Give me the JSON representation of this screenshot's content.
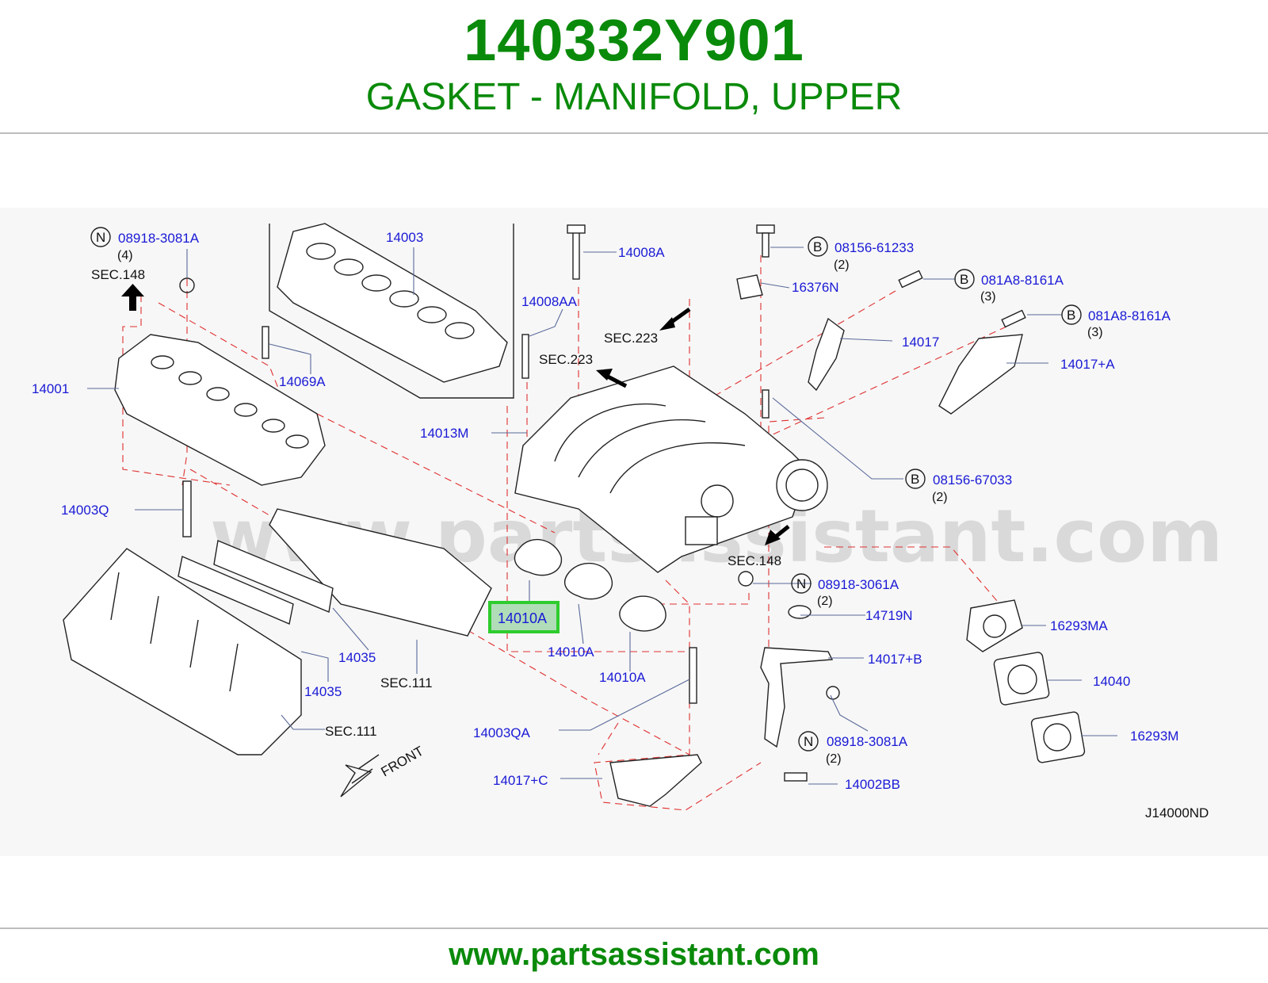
{
  "header": {
    "part_number": "140332Y901",
    "part_description": "GASKET - MANIFOLD, UPPER"
  },
  "diagram": {
    "diagram_code": "J14000ND",
    "watermark": "www.partsassistant.com",
    "front_label": "FRONT",
    "highlighted_part": "14010A",
    "callouts": {
      "c_08918_3081A_top": "08918-3081A",
      "q_4": "(4)",
      "sec148_top": "SEC.148",
      "c_14003": "14003",
      "c_14008A": "14008A",
      "c_08156_61233": "08156-61233",
      "q_61233": "(2)",
      "c_16376N": "16376N",
      "c_081A8_8161A_1": "081A8-8161A",
      "q_8161A_1": "(3)",
      "c_081A8_8161A_2": "081A8-8161A",
      "q_8161A_2": "(3)",
      "c_14008AA": "14008AA",
      "sec223_a": "SEC.223",
      "sec223_b": "SEC.223",
      "c_14017": "14017",
      "c_14017_A": "14017+A",
      "c_14069A": "14069A",
      "c_14001": "14001",
      "c_14013M": "14013M",
      "c_08156_67033": "08156-67033",
      "q_67033": "(2)",
      "c_14003Q": "14003Q",
      "sec148_right": "SEC.148",
      "c_08918_3061A": "08918-3061A",
      "q_3061A": "(2)",
      "c_14719N": "14719N",
      "c_16293MA": "16293MA",
      "c_14010A_2": "14010A",
      "c_14035_a": "14035",
      "c_14017_B": "14017+B",
      "c_14010A_3": "14010A",
      "sec111_a": "SEC.111",
      "c_14040": "14040",
      "c_14035_b": "14035",
      "sec111_b": "SEC.111",
      "c_14003QA": "14003QA",
      "c_08918_3081A_bot": "08918-3081A",
      "q_3081A_bot": "(2)",
      "c_16293M": "16293M",
      "c_14017_C": "14017+C",
      "c_14002BB": "14002BB"
    },
    "badges": {
      "n": "N",
      "b": "B"
    }
  },
  "footer": {
    "url": "www.partsassistant.com"
  },
  "colors": {
    "brand_green": "#0a8a0a",
    "callout_blue": "#1a1ad6",
    "guide_red": "#e03030",
    "highlight_box": "#2ecc2e"
  }
}
